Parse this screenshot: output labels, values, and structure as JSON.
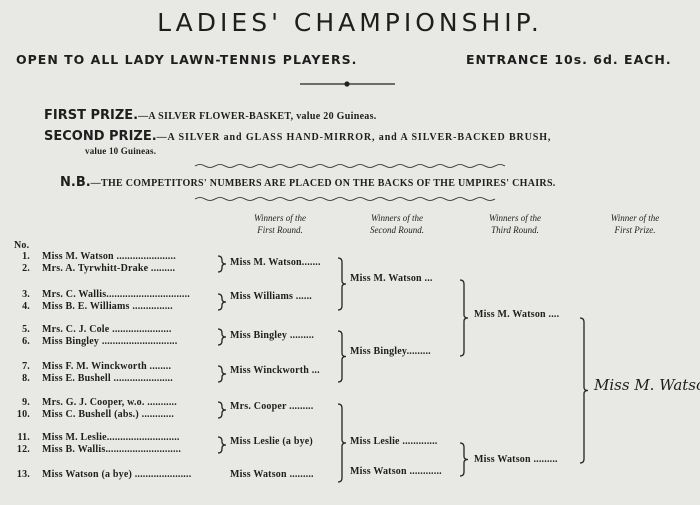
{
  "title": "LADIES' CHAMPIONSHIP.",
  "subtitle_left": "OPEN TO ALL LADY LAWN-TENNIS PLAYERS.",
  "subtitle_right": "ENTRANCE 10s. 6d. EACH.",
  "first_prize": {
    "label": "FIRST PRIZE.",
    "desc": "—A SILVER FLOWER-BASKET, value 20 Guineas."
  },
  "second_prize": {
    "label": "SECOND PRIZE.",
    "desc": "—A SILVER and GLASS HAND-MIRROR, and A SILVER-BACKED BRUSH,",
    "value": "value 10 Guineas."
  },
  "nb": {
    "label": "N.B.",
    "text": "—THE COMPETITORS' NUMBERS ARE PLACED ON THE BACKS OF THE UMPIRES' CHAIRS."
  },
  "headers": [
    {
      "l1": "Winners of the",
      "l2": "First Round."
    },
    {
      "l1": "Winners of the",
      "l2": "Second Round."
    },
    {
      "l1": "Winners of the",
      "l2": "Third Round."
    },
    {
      "l1": "Winner of the",
      "l2": "First Prize."
    }
  ],
  "no_label": "No.",
  "entrants": [
    {
      "num": "1.",
      "name": "Miss M. Watson ......................"
    },
    {
      "num": "2.",
      "name": "Mrs. A. Tyrwhitt-Drake ........."
    },
    {
      "num": "3.",
      "name": "Mrs. C. Wallis..............................."
    },
    {
      "num": "4.",
      "name": "Miss B. E. Williams ..............."
    },
    {
      "num": "5.",
      "name": "Mrs. C. J. Cole ......................"
    },
    {
      "num": "6.",
      "name": "Miss Bingley ............................"
    },
    {
      "num": "7.",
      "name": "Miss F. M. Winckworth ........"
    },
    {
      "num": "8.",
      "name": "Miss E. Bushell ......................"
    },
    {
      "num": "9.",
      "name": "Mrs. G. J. Cooper, w.o. ..........."
    },
    {
      "num": "10.",
      "name": "Miss C. Bushell (abs.) ............"
    },
    {
      "num": "11.",
      "name": "Miss M. Leslie..........................."
    },
    {
      "num": "12.",
      "name": "Miss B. Wallis............................"
    },
    {
      "num": "13.",
      "name": "Miss Watson (a bye) ....................."
    }
  ],
  "round1": [
    "Miss M. Watson.......",
    "Miss Williams  ......",
    "Miss Bingley .........",
    "Miss Winckworth ...",
    "Mrs. Cooper  .........",
    "Miss Leslie (a bye)",
    "Miss Watson ........."
  ],
  "round2": [
    "Miss M. Watson ...",
    "Miss Bingley.........",
    "Miss Leslie .............",
    "Miss Watson ............"
  ],
  "round3": [
    "Miss M. Watson ....",
    "Miss Watson ........."
  ],
  "winner": "Miss M. Watson"
}
